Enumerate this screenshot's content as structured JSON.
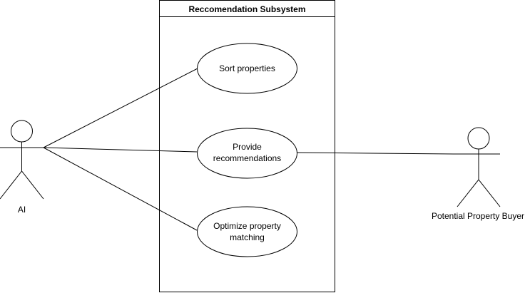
{
  "system": {
    "title": "Reccomendation Subsystem"
  },
  "actors": {
    "ai": {
      "label": "AI"
    },
    "buyer": {
      "label": "Potential Property Buyer"
    }
  },
  "use_cases": {
    "sort": {
      "line1": "Sort properties",
      "line2": ""
    },
    "recommend": {
      "line1": "Provide",
      "line2": "recommendations"
    },
    "optimize": {
      "line1": "Optimize property",
      "line2": "matching"
    }
  }
}
